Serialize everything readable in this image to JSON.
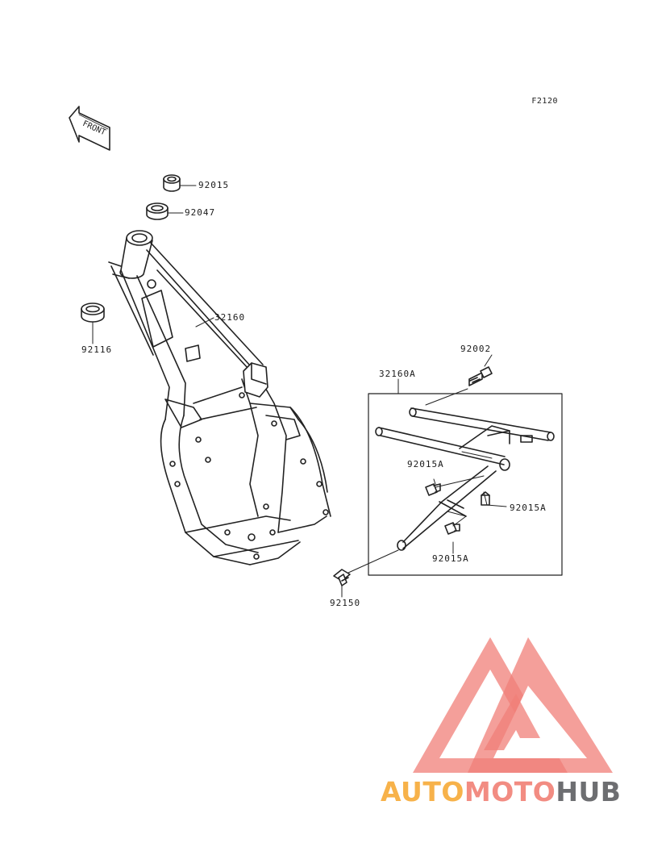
{
  "diagram": {
    "code": "F2120",
    "front_label": "FRONT",
    "parts": {
      "p92015": "92015",
      "p92047": "92047",
      "p92116": "92116",
      "p32160": "32160",
      "p92002": "92002",
      "p32160A": "32160A",
      "p92015A_1": "92015A",
      "p92015A_2": "92015A",
      "p92015A_3": "92015A",
      "p92150": "92150"
    }
  },
  "watermark": {
    "word_auto": "AUTO",
    "word_moto": "MOTO",
    "word_hub": "HUB",
    "color_auto": "#f7b24a",
    "color_moto": "#f28c82",
    "color_hub": "#6d6e71",
    "triangle_color": "#f07f78"
  }
}
